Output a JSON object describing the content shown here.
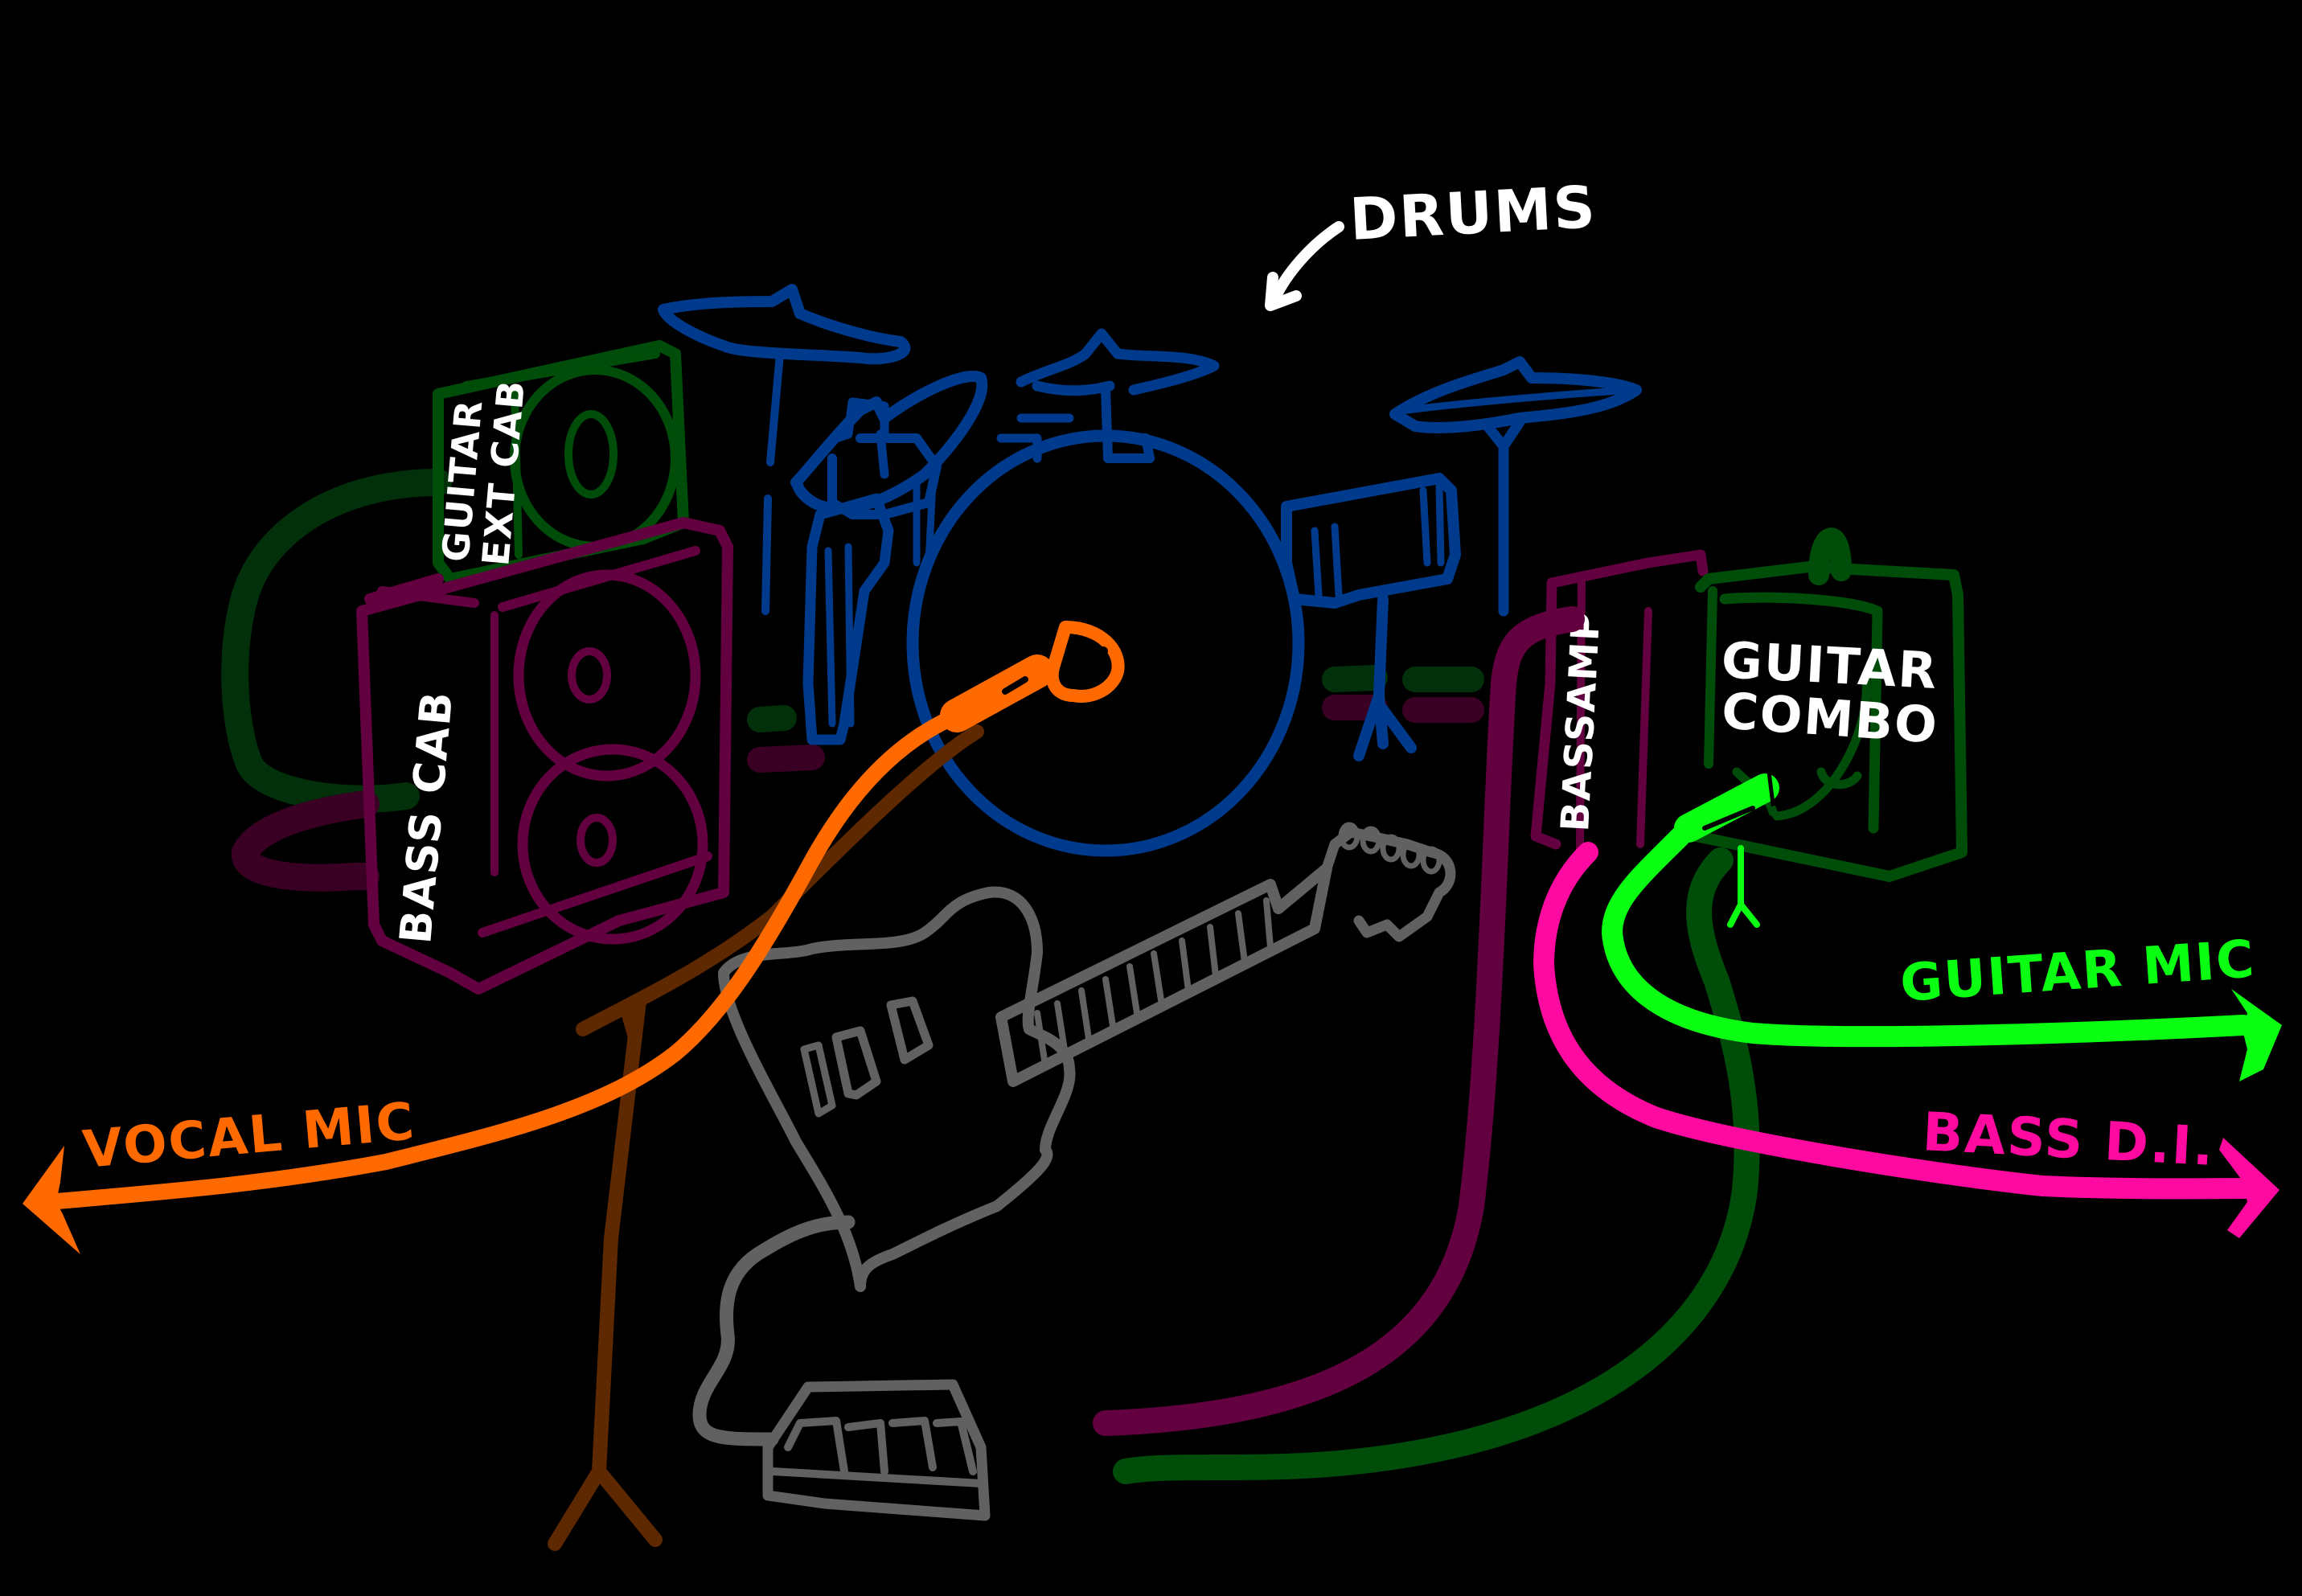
{
  "diagram": {
    "background": "#000000",
    "colors": {
      "drums": "#003a8c",
      "guitar_cab": "#004d0a",
      "bass": "#620040",
      "bass_cable_dim": "#3a0024",
      "guitar_cable_dim": "#02300a",
      "vocal": "#ff6a00",
      "mic_stand": "#5e2800",
      "guitar_mic": "#0aff12",
      "bass_di": "#ff0aa0",
      "guitar": "#616161",
      "label": "#ffffff"
    },
    "labels": {
      "drums": "DRUMS",
      "guitar_ext_cab_line1": "GUITAR",
      "guitar_ext_cab_line2": "EXT CAB",
      "bass_cab": "BASS CAB",
      "bass_amp": "BASSAMP",
      "guitar_combo_line1": "GUITAR",
      "guitar_combo_line2": "COMBO",
      "vocal_mic": "VOCAL MIC",
      "guitar_mic": "GUITAR MIC",
      "bass_di": "BASS D.I."
    },
    "items": [
      {
        "id": "drum-kit",
        "label_ref": "drums"
      },
      {
        "id": "guitar-ext-cab",
        "label_ref": "guitar_ext_cab"
      },
      {
        "id": "bass-cab",
        "label_ref": "bass_cab"
      },
      {
        "id": "bass-amp",
        "label_ref": "bass_amp"
      },
      {
        "id": "guitar-combo",
        "label_ref": "guitar_combo"
      },
      {
        "id": "electric-guitar"
      },
      {
        "id": "pedalboard"
      },
      {
        "id": "vocal-mic-stand"
      },
      {
        "id": "guitar-mic-stand"
      }
    ],
    "outputs": [
      {
        "name": "vocal_mic",
        "direction": "left"
      },
      {
        "name": "guitar_mic",
        "direction": "right"
      },
      {
        "name": "bass_di",
        "direction": "right"
      }
    ]
  }
}
